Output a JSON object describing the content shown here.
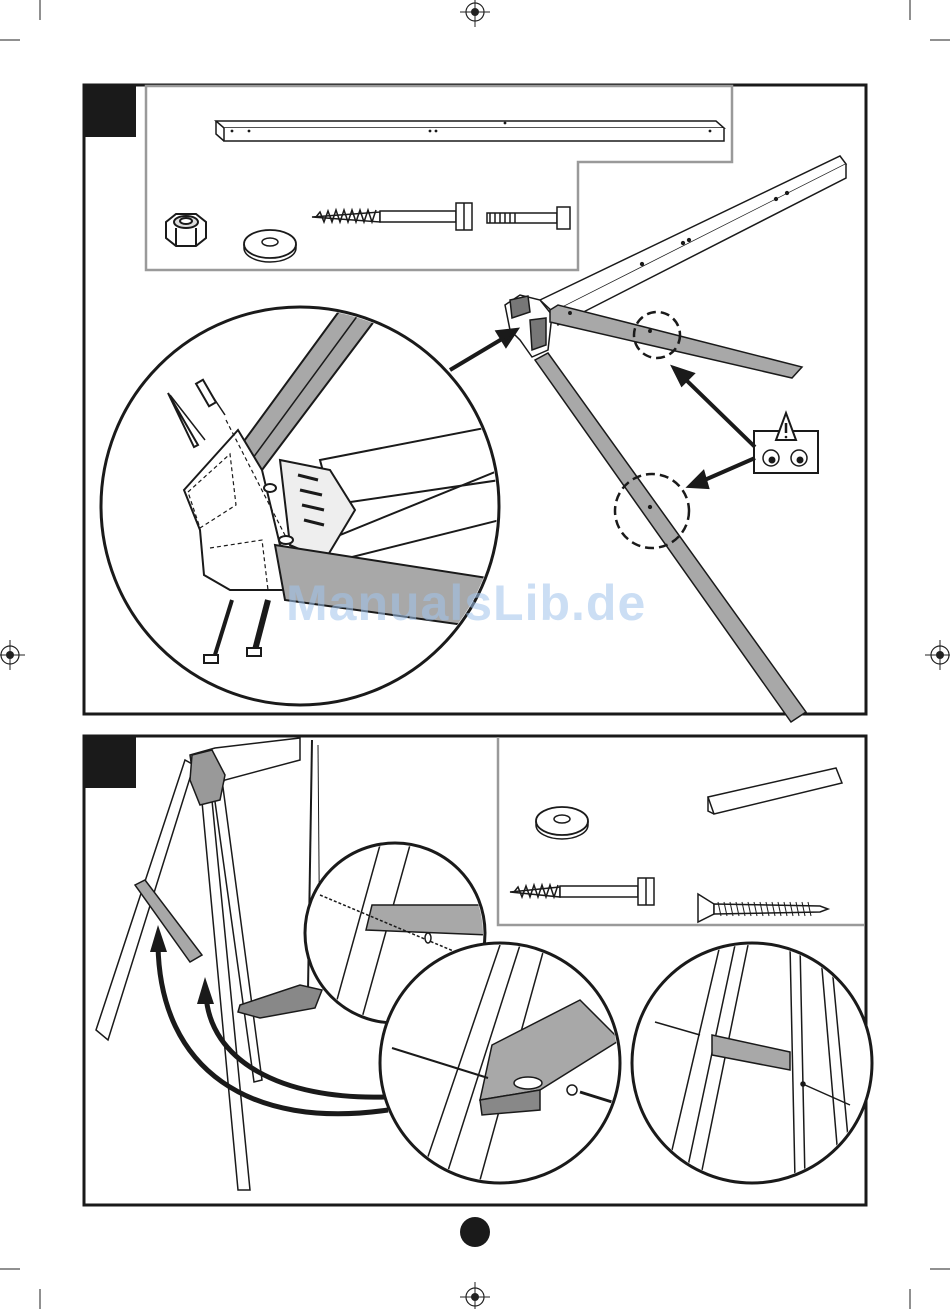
{
  "page": {
    "background": "#ffffff",
    "ink_color": "#1a1a1a",
    "gray_color": "#9a9a9a",
    "beam_shade": "#a8a8a8"
  },
  "watermark": {
    "text": "ManualsLib.de",
    "color": "#a0c3eb"
  },
  "step_top": {
    "parts": [
      "long-beam",
      "nut-icon",
      "washer-icon",
      "lag-screw-icon",
      "bolt-icon"
    ],
    "warning": {
      "icons": [
        "warning-triangle-icon",
        "eyes-icon"
      ]
    }
  },
  "step_bottom": {
    "parts": [
      "washer-icon",
      "short-beam",
      "lag-screw-icon",
      "wood-screw-icon"
    ]
  },
  "page_marker": {
    "shape": "filled-circle"
  }
}
